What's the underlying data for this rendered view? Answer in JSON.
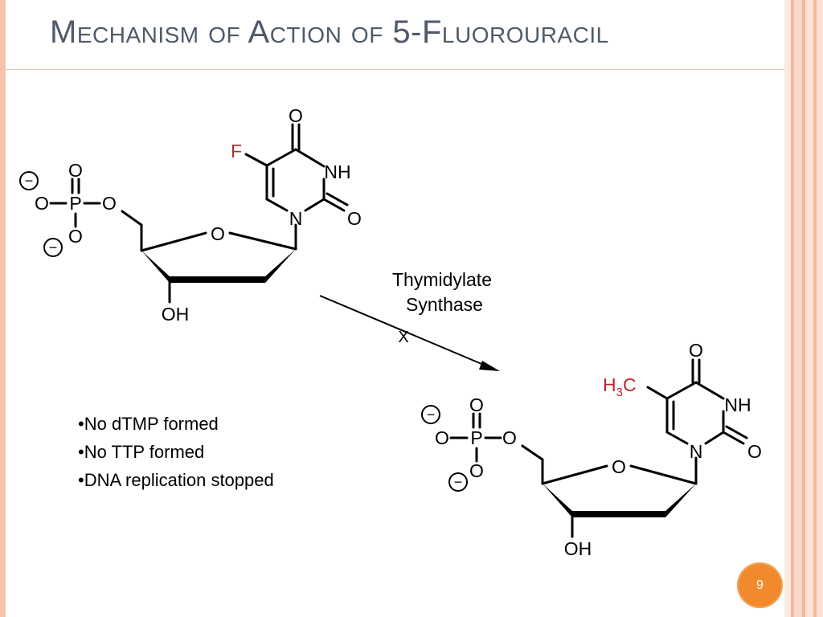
{
  "slide": {
    "title": "Mechanism of Action of 5-Fluorouracil",
    "page_number": "9",
    "colors": {
      "title": "#4f5a69",
      "accent": "#f08a2c",
      "border": "#f6c4ad",
      "highlight_atom": "#c0262d"
    }
  },
  "reactant": {
    "atoms": {
      "carbonyl_o_top": "O",
      "fluorine": "F",
      "nh": "NH",
      "carbonyl_o_right": "O",
      "n1": "N",
      "ring_o": "O",
      "hydroxyl": "OH",
      "phosphate_o_top": "O",
      "phosphate_o_left": "O",
      "phosphorus": "P",
      "phosphate_o_bridge": "O",
      "phosphate_o_bottom": "O"
    },
    "charges": {
      "top": "−",
      "bottom": "−"
    }
  },
  "enzyme": {
    "line1": "Thymidylate",
    "line2": "Synthase",
    "block_mark": "X"
  },
  "product": {
    "atoms": {
      "carbonyl_o_top": "O",
      "methyl_h": "H",
      "methyl_sub": "3",
      "methyl_c": "C",
      "nh": "NH",
      "carbonyl_o_right": "O",
      "n1": "N",
      "ring_o": "O",
      "hydroxyl": "OH",
      "phosphate_o_top": "O",
      "phosphate_o_left": "O",
      "phosphorus": "P",
      "phosphate_o_bridge": "O",
      "phosphate_o_bottom": "O"
    },
    "charges": {
      "top": "−",
      "bottom": "−"
    }
  },
  "bullets": [
    "•No dTMP formed",
    "•No TTP formed",
    "•DNA replication stopped"
  ]
}
